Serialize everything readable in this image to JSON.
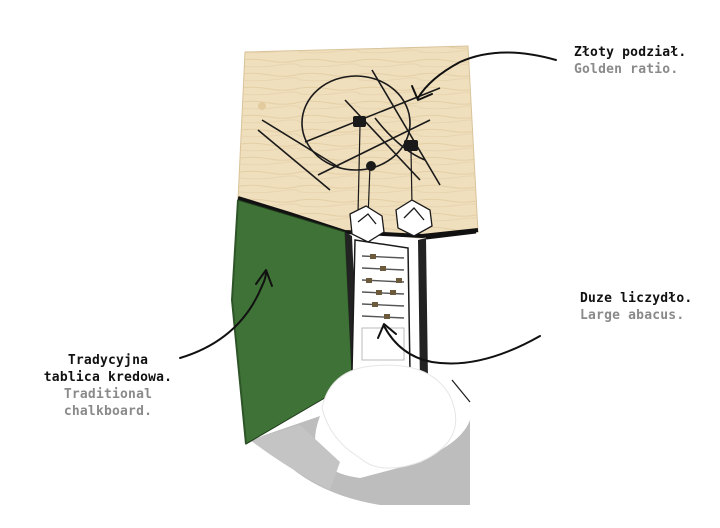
{
  "annotations": {
    "golden_ratio": {
      "pl": "Złoty podział.",
      "en": "Golden ratio."
    },
    "abacus": {
      "pl": "Duze liczydło.",
      "en": "Large abacus."
    },
    "chalkboard": {
      "pl_line1": "Tradycyjna",
      "pl_line2": "tablica kredowa.",
      "en_line1": "Traditional",
      "en_line2": "chalkboard."
    }
  },
  "colors": {
    "plywood": "#f0dfbd",
    "chalkboard": "#3f7236",
    "shadow": "#bdbdbd",
    "ink": "#1a1a1a",
    "label_gray": "#8a8a8a"
  }
}
